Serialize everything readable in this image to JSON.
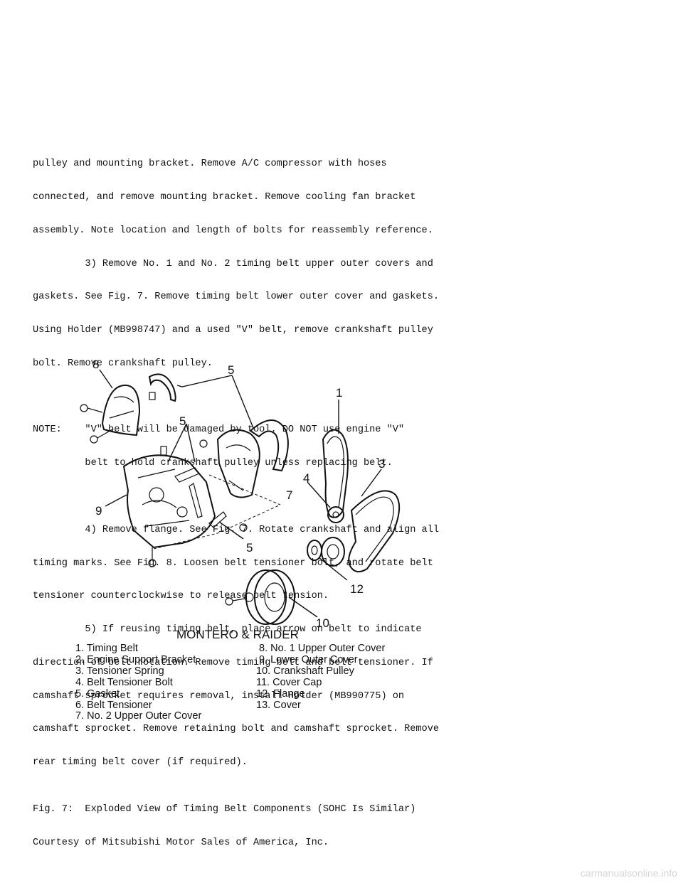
{
  "body": {
    "lines": [
      "pulley and mounting bracket. Remove A/C compressor with hoses",
      "connected, and remove mounting bracket. Remove cooling fan bracket",
      "assembly. Note location and length of bolts for reassembly reference.",
      "         3) Remove No. 1 and No. 2 timing belt upper outer covers and",
      "gaskets. See Fig. 7. Remove timing belt lower outer cover and gaskets.",
      "Using Holder (MB998747) and a used \"V\" belt, remove crankshaft pulley",
      "bolt. Remove crankshaft pulley."
    ],
    "note": [
      "NOTE:    \"V\" belt will be damaged by tool. DO NOT use engine \"V\"",
      "         belt to hold crankshaft pulley unless replacing belt."
    ],
    "lines2": [
      "         4) Remove flange. See Fig. 7. Rotate crankshaft and align all",
      "timing marks. See Fig. 8. Loosen belt tensioner bolt, and rotate belt",
      "tensioner counterclockwise to release belt tension.",
      "         5) If reusing timing belt, place arrow on belt to indicate",
      "direction of belt rotation. Remove timing belt and belt tensioner. If",
      "camshaft sprocket requires removal, install Holder (MB990775) on",
      "camshaft sprocket. Remove retaining bolt and camshaft sprocket. Remove",
      "rear timing belt cover (if required)."
    ]
  },
  "figure": {
    "callouts": [
      "8",
      "5",
      "5",
      "1",
      "3",
      "4",
      "7",
      "9",
      "5",
      "12",
      "10"
    ],
    "title": "MONTERO & RAIDER",
    "legend_left": [
      "1. Timing Belt",
      "2. Engine Support Bracket",
      "3. Tensioner Spring",
      "4. Belt Tensioner Bolt",
      "5. Gasket",
      "6. Belt Tensioner",
      "7. No. 2 Upper Outer Cover"
    ],
    "legend_right": [
      "8. No. 1 Upper Outer Cover",
      "9. Lower Outer Cover",
      "10. Crankshaft Pulley",
      "11. Cover Cap",
      "12. Flange",
      "13. Cover"
    ]
  },
  "caption": {
    "line1": "Fig. 7:  Exploded View of Timing Belt Components (SOHC Is Similar)",
    "line2": "Courtesy of Mitsubishi Motor Sales of America, Inc."
  },
  "watermark": "carmanualsonline.info"
}
